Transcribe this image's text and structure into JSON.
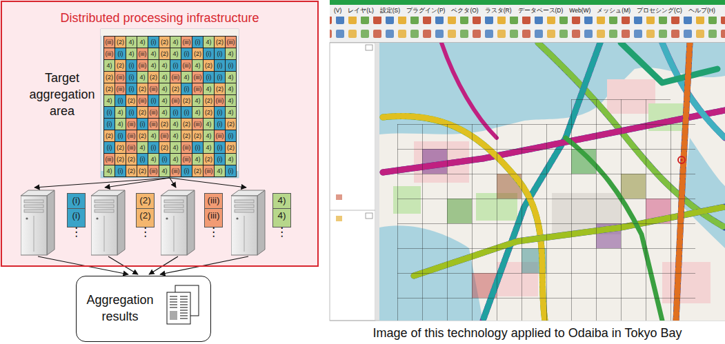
{
  "diagram": {
    "caption": "Image of this technology applied to Odaiba in Tokyo Bay",
    "nodes": [
      {
        "text": [
          "Distributed processing infrastructure"
        ]
      },
      {
        "text": [
          "Target aggregation area"
        ],
        "in": 0
      },
      {
        "text": [
          "(i)"
        ],
        "in": 0
      },
      {
        "text": [
          "(i)"
        ],
        "in": 0
      },
      {
        "text": [
          "(2)"
        ],
        "in": 0
      },
      {
        "text": [
          "(2)"
        ],
        "in": 0
      },
      {
        "text": [
          "(iii)"
        ],
        "in": 0
      },
      {
        "text": [
          "(iii)"
        ],
        "in": 0
      },
      {
        "text": [
          "4)"
        ],
        "in": 0
      },
      {
        "text": [
          "4)"
        ],
        "in": 0
      },
      {
        "text": [
          "Aggregation results"
        ]
      }
    ],
    "labels": [
      "(iii)",
      "(2)",
      "4)",
      "4)",
      "(i)",
      "(2)",
      "4)",
      "(iii)",
      "(i)",
      "4)",
      "(2)",
      "(iii)",
      "(iii)",
      "(i)",
      "4)",
      "(iii)",
      "4)",
      "(2)",
      "4)",
      "(i)",
      "(2)",
      "(i)",
      "(i)",
      "4)",
      "4)",
      "(2)",
      "(i)",
      "(iii)",
      "4)",
      "4)",
      "(i)",
      "(iii)",
      "4)",
      "(2)",
      "(i)",
      "(i)",
      "(2)",
      "(iii)",
      "(i)",
      "4)",
      "(2)",
      "4)",
      "(iii)",
      "4)",
      "(iii)",
      "(i)",
      "(i)",
      "4)",
      "(2)",
      "(iii)",
      "(i)",
      "(2)",
      "(iii)",
      "4)",
      "(2)",
      "(i)",
      "(iii)",
      "4)",
      "(2)",
      "4)",
      "4)",
      "(i)",
      "(2)",
      "(iii)",
      "(i)",
      "4)",
      "(iii)",
      "(2)",
      "4)",
      "(2)",
      "(iii)",
      "4)",
      "(i)",
      "4)",
      "(i)",
      "(2)",
      "(iii)",
      "4)",
      "(i)",
      "(i)",
      "4)",
      "(2)",
      "(i)",
      "4)",
      "(i)",
      "4)",
      "(iii)",
      "(i)",
      "(iii)",
      "(2)",
      "4)",
      "(2)",
      "(iii)",
      "4)",
      "(i)",
      "(2)",
      "(2)",
      "(i)",
      "(iii)",
      "(2)",
      "4)",
      "(iii)",
      "4)",
      "(2)",
      "(2)",
      "4)",
      "(iii)",
      "(i)",
      "(i)",
      "(2)",
      "(iii)",
      "4)",
      "(i)",
      "(2)",
      "4)",
      "(iii)",
      "(i)",
      "4)",
      "(i)",
      "(2)",
      "(iii)",
      "(2)",
      "(2)",
      "(i)",
      "4)",
      "(i)",
      "4)",
      "(iii)",
      "4)",
      "(2)",
      "(i)",
      "4)",
      "4)",
      "(i)",
      "(2)",
      "(2)",
      "(iii)",
      "4)",
      "(iii)",
      "(i)",
      "(2)",
      "(iii)",
      "4)",
      "(i)",
      "⋮",
      "⋮",
      "⋮",
      "⋮",
      "(V)",
      "レイヤ(L)",
      "設定(S)",
      "プラグイン(P)",
      "ベクタ(O)",
      "ラスタ(R)",
      "データベース(D)",
      "Web(W)",
      "メッシュ(M)",
      "プロセシング(C)",
      "ヘルプ(H)"
    ]
  }
}
